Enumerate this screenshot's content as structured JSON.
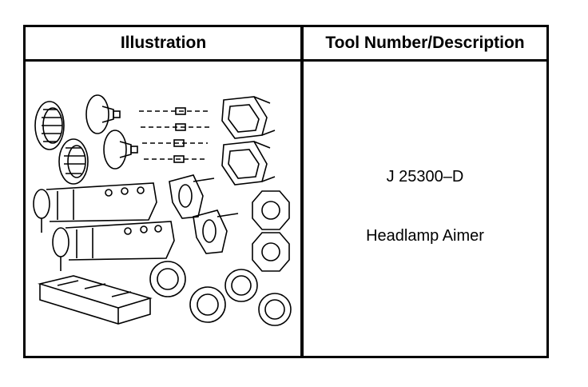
{
  "table": {
    "header_illustration": "Illustration",
    "header_tool": "Tool Number/Description",
    "tool_number": "J 25300–D",
    "tool_description": "Headlamp Aimer"
  },
  "icons": {
    "illustration": "headlamp-aimer-kit-illustration"
  }
}
